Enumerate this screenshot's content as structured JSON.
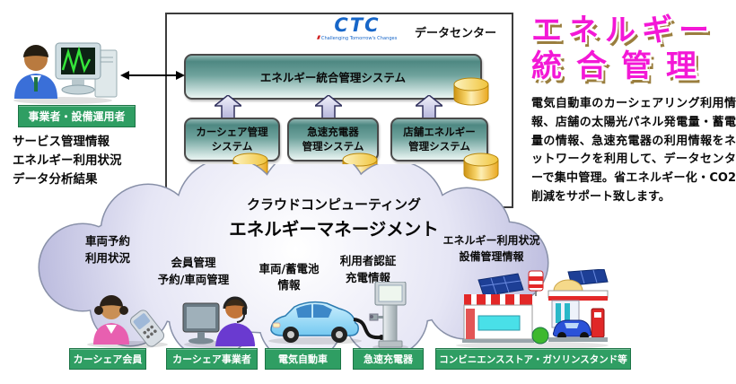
{
  "datacenter": {
    "label": "データセンター",
    "logo": {
      "text": "CTC",
      "tagline": "Challenging Tomorrow's Changes"
    },
    "main_system": "エネルギー統合管理システム",
    "subsystems": [
      {
        "line1": "カーシェア管理",
        "line2": "システム"
      },
      {
        "line1": "急速充電器",
        "line2": "管理システム"
      },
      {
        "line1": "店舗エネルギー",
        "line2": "管理システム"
      }
    ]
  },
  "operator": {
    "label": "事業者・設備運用者",
    "icon": "business-operator-workstation-icon",
    "info_items": [
      "サービス管理情報",
      "エネルギー利用状況",
      "データ分析結果"
    ]
  },
  "cloud": {
    "title": "クラウドコンピューティング",
    "subtitle": "エネルギーマネージメント",
    "labels": [
      {
        "line1": "車両予約",
        "line2": "利用状況"
      },
      {
        "line1": "会員管理",
        "line2": "予約/車両管理"
      },
      {
        "line1": "車両/蓄電池",
        "line2": "情報"
      },
      {
        "line1": "利用者認証",
        "line2": "充電情報"
      },
      {
        "line1": "エネルギー利用状況",
        "line2": "設備管理情報"
      }
    ]
  },
  "entities": [
    {
      "label": "カーシェア会員",
      "icon": "woman-with-phone-icon"
    },
    {
      "label": "カーシェア事業者",
      "icon": "call-center-operator-icon"
    },
    {
      "label": "電気自動車",
      "icon": "electric-car-icon"
    },
    {
      "label": "急速充電器",
      "icon": "quick-charger-icon"
    },
    {
      "label": "コンビニエンスストア・ガソリンスタンド等",
      "icon": "convenience-store-gas-station-icon"
    }
  ],
  "promo": {
    "title_line1": "エネルギー",
    "title_line2": "統合管理",
    "body": "電気自動車のカーシェアリング利用情報、店舗の太陽光パネル発電量・蓄電量の情報、急速充電器の利用情報をネットワークを利用して、データセンターで集中管理。省エネルギー化・CO2削減をサポート致します。"
  },
  "colors": {
    "label_green": "#2f9e63",
    "title_magenta": "#f318d6",
    "title_shadow_gold": "#9a7e3e",
    "box_teal_dark": "#4e8882",
    "box_teal_light": "#e9f4f2",
    "cloud_lavender": "#b4b4da",
    "cylinder_gold": "#f0c23a",
    "logo_blue": "#1766c8"
  }
}
